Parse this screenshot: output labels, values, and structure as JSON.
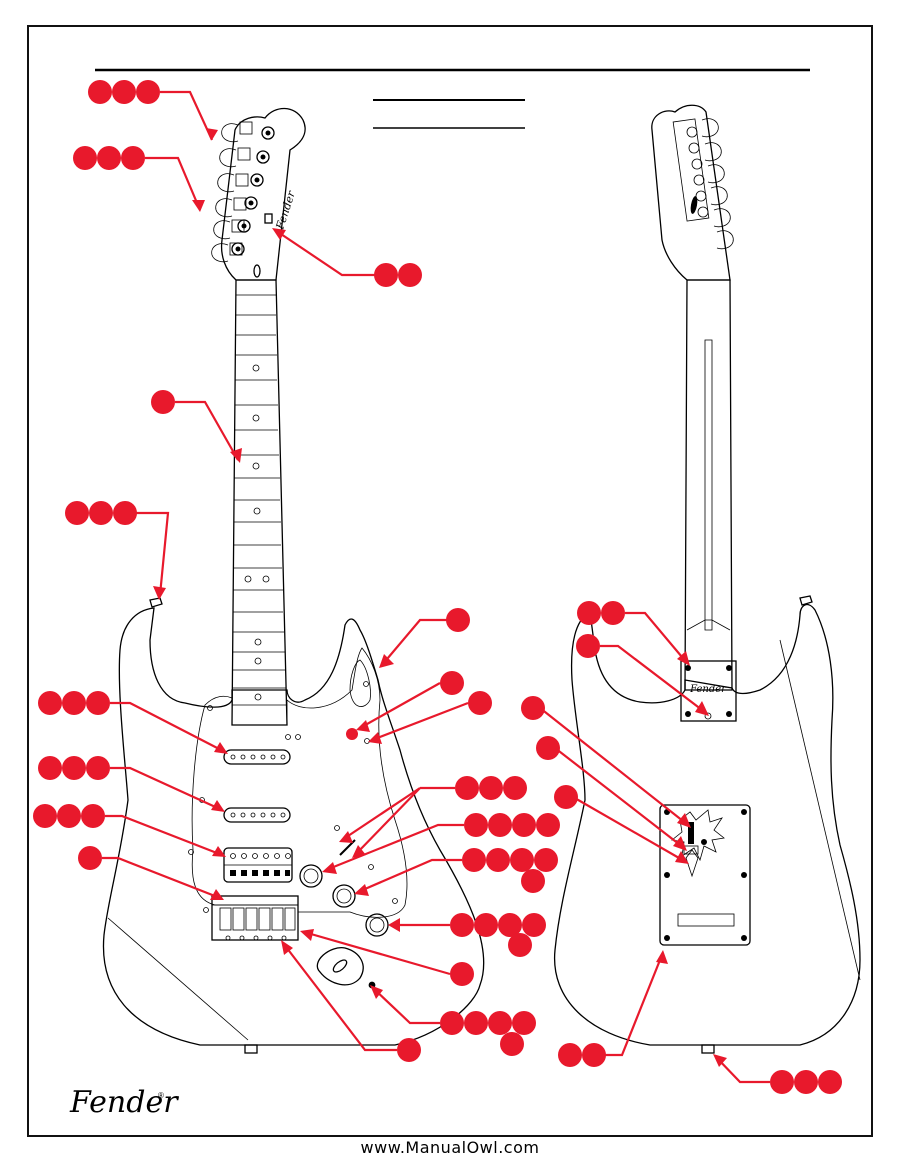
{
  "colors": {
    "accent": "#e8192c",
    "line": "#000000",
    "background": "#ffffff"
  },
  "header": {
    "title": "",
    "subtitle": ""
  },
  "brand": {
    "logo": "Fender",
    "registered": "®"
  },
  "watermark": "www.ManualOwl.com",
  "callouts": {
    "tuners_front": {
      "count": 3
    },
    "string_trees": {
      "count": 3
    },
    "truss_rod": {
      "count": 2
    },
    "fretboard": {
      "count": 1
    },
    "strap_button_top": {
      "count": 3
    },
    "body_edge": {
      "count": 1
    },
    "pickguard_dot": {
      "count": 1
    },
    "pickguard_screw": {
      "count": 1
    },
    "neck_pickup": {
      "count": 3
    },
    "middle_pickup": {
      "count": 3
    },
    "bridge_pickup": {
      "count": 3
    },
    "bridge_mount": {
      "count": 1
    },
    "selector_switch": {
      "count": 3
    },
    "volume_knob": {
      "count": 4
    },
    "tone_knob_1": {
      "count": 5
    },
    "tone_knob_2": {
      "count": 5
    },
    "jack_screw": {
      "count": 1
    },
    "output_jack": {
      "count": 5
    },
    "bridge_saddles": {
      "count": 1
    },
    "neck_plate": {
      "count": 2
    },
    "neck_plate_hole": {
      "count": 1
    },
    "tremolo_spring": {
      "count": 1
    },
    "tremolo_claw": {
      "count": 1
    },
    "claw_screw": {
      "count": 1
    },
    "back_cover": {
      "count": 2
    },
    "strap_button_bottom": {
      "count": 3
    }
  }
}
